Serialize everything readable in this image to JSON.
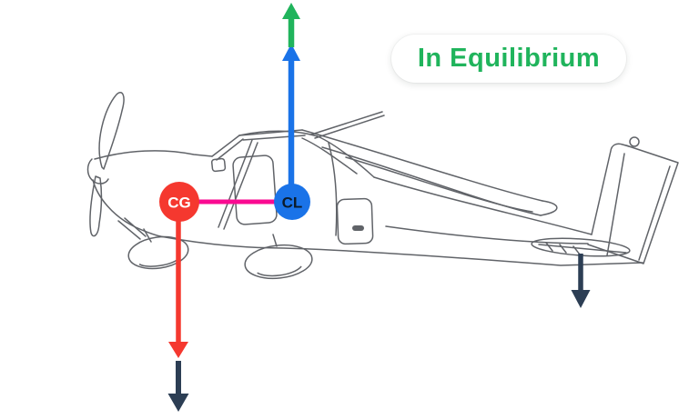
{
  "badge": {
    "label": "In Equilibrium",
    "text_color": "#20b45c",
    "background": "#ffffff"
  },
  "markers": {
    "cg": {
      "label": "CG",
      "fill": "#f5382f",
      "text_color": "#ffffff"
    },
    "cl": {
      "label": "CL",
      "fill": "#1a73e8",
      "text_color": "#0b1b2b"
    }
  },
  "connector": {
    "color": "#fa0a91"
  },
  "forces": {
    "total_lift_up": {
      "color": "#20b45c",
      "direction": "up"
    },
    "wing_lift_up": {
      "color": "#1a73e8",
      "direction": "up"
    },
    "weight_down": {
      "color": "#f5382f",
      "direction": "down"
    },
    "weight_extra_down": {
      "color": "#2c3e54",
      "direction": "down"
    },
    "tail_down": {
      "color": "#2c3e54",
      "direction": "down"
    }
  },
  "sketch": {
    "stroke": "#4b4e54"
  }
}
